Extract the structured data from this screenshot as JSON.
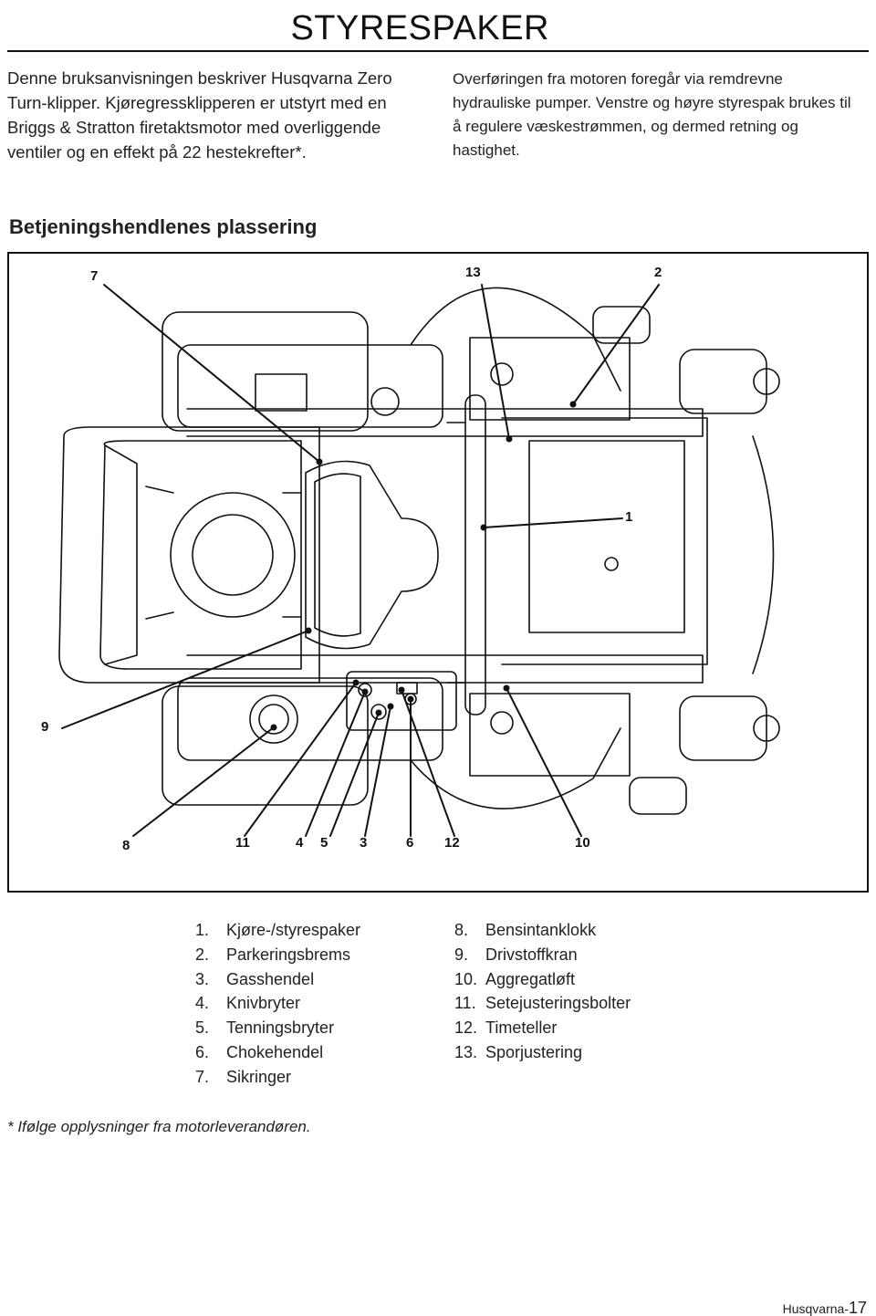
{
  "header": {
    "title": "STYRESPAKER"
  },
  "intro": {
    "left": "Denne bruksanvisningen beskriver Husqvarna Zero Turn-klipper. Kjøregressklipperen er utstyrt med en Briggs & Stratton firetaktsmotor med overliggende ventiler og en effekt på 22 hestekrefter*.",
    "right": "Overføringen fra motoren foregår via remdrevne hydrauliske pumper. Venstre og høyre styrespak brukes til å regulere væskestrømmen, og dermed retning og hastighet."
  },
  "section": {
    "heading": "Betjeningshendlenes plassering"
  },
  "figure": {
    "callouts": {
      "c7": "7",
      "c13": "13",
      "c2": "2",
      "c1": "1",
      "c9": "9",
      "c8": "8",
      "c11": "11",
      "c4": "4",
      "c5": "5",
      "c3": "3",
      "c6": "6",
      "c12": "12",
      "c10": "10"
    }
  },
  "legend": {
    "left": [
      {
        "num": "1.",
        "label": "Kjøre-/styrespaker"
      },
      {
        "num": "2.",
        "label": "Parkeringsbrems"
      },
      {
        "num": "3.",
        "label": "Gasshendel"
      },
      {
        "num": "4.",
        "label": "Knivbryter"
      },
      {
        "num": "5.",
        "label": "Tenningsbryter"
      },
      {
        "num": "6.",
        "label": "Chokehendel"
      },
      {
        "num": "7.",
        "label": "Sikringer"
      }
    ],
    "right": [
      {
        "num": "8.",
        "label": "Bensintanklokk"
      },
      {
        "num": "9.",
        "label": "Drivstoffkran"
      },
      {
        "num": "10.",
        "label": "Aggregatløft"
      },
      {
        "num": "11.",
        "label": "Setejusteringsbolter"
      },
      {
        "num": "12.",
        "label": "Timeteller"
      },
      {
        "num": "13.",
        "label": "Sporjustering"
      }
    ]
  },
  "footnote": "* Ifølge opplysninger fra motorleverandøren.",
  "page": {
    "brand": "Husqvarna-",
    "number": "17"
  }
}
